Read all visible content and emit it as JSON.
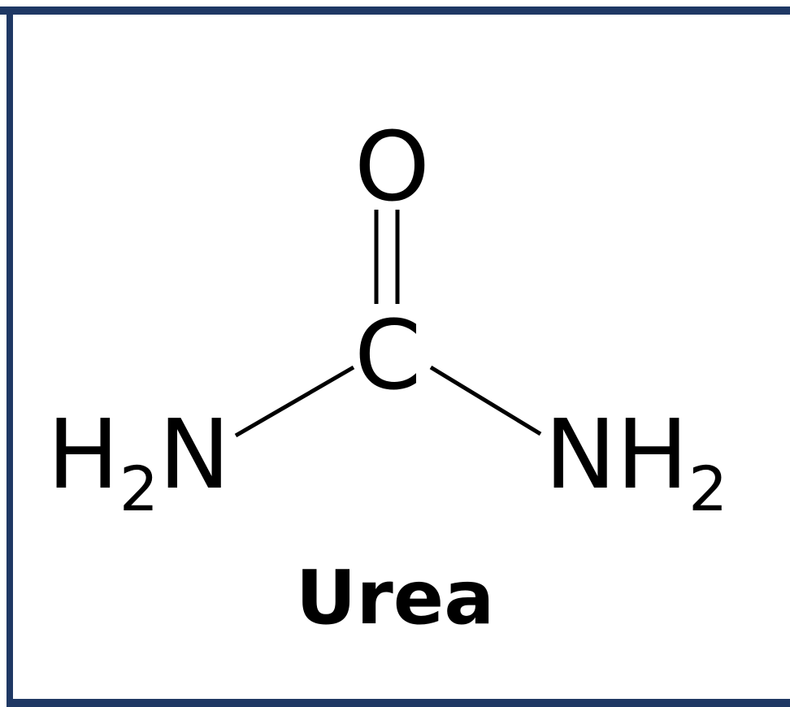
{
  "molecule": {
    "name": "Urea",
    "atoms": {
      "oxygen": "O",
      "carbon": "C",
      "left_amine_h": "H",
      "left_amine_sub": "2",
      "left_amine_n": "N",
      "right_amine_n": "NH",
      "right_amine_sub": "2"
    },
    "bonds": [
      {
        "from": "C",
        "to": "O",
        "order": 2
      },
      {
        "from": "C",
        "to": "N-left",
        "order": 1
      },
      {
        "from": "C",
        "to": "N-right",
        "order": 1
      }
    ]
  },
  "colors": {
    "border": "#1f3864",
    "ink": "#000000",
    "background": "#ffffff"
  }
}
